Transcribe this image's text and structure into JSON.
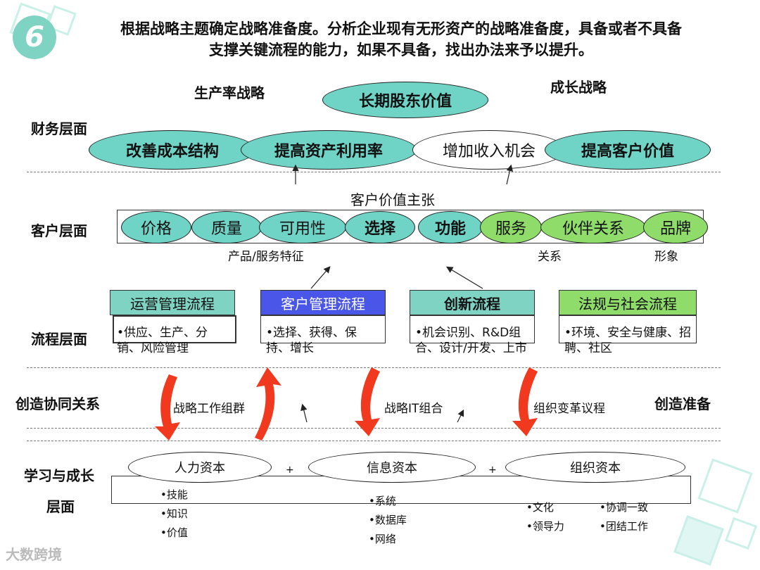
{
  "badge": "6",
  "header": {
    "line1": "根据战略主题确定战略准备度。分析企业现有无形资产的战略准备度，具备或者不具备",
    "line2": "支撑关键流程的能力，如果不具备，找出办法来予以提升。"
  },
  "financial": {
    "productivity_strategy": "生产率战略",
    "growth_strategy": "成长战略",
    "top_goal": "长期股东价值",
    "layer_label": "财务层面",
    "goals": [
      "改善成本结构",
      "提高资产利用率",
      "增加收入机会",
      "提高客户价值"
    ]
  },
  "customer": {
    "value_prop": "客户价值主张",
    "layer_label": "客户层面",
    "items": [
      "价格",
      "质量",
      "可用性",
      "选择",
      "功能",
      "服务",
      "伙伴关系",
      "品牌"
    ],
    "group1": "产品/服务特征",
    "group2": "关系",
    "group3": "形象"
  },
  "process": {
    "layer_label": "流程层面",
    "boxes": [
      {
        "title": "运营管理流程",
        "text": "•供应、生产、分销、风险管理",
        "color": "#7fd3c3"
      },
      {
        "title": "客户管理流程",
        "text": "•选择、获得、保持、增长",
        "color": "#4a56e8"
      },
      {
        "title": "创新流程",
        "text": "•机会识别、R&D组合、设计/开发、上市",
        "color": "#7fd3c3"
      },
      {
        "title": "法规与社会流程",
        "text": "•环境、安全与健康、招聘、社区",
        "color": "#8fdc6a"
      }
    ]
  },
  "synergy": {
    "left_label": "创造协同关系",
    "right_label": "创造准备",
    "hr_portfolio": "战略工作组群",
    "it_portfolio": "战略IT组合",
    "org_agenda": "组织变革议程"
  },
  "learning": {
    "layer_label_line1": "学习与成长",
    "layer_label_line2": "层面",
    "capitals": [
      "人力资本",
      "信息资本",
      "组织资本"
    ],
    "plus": "+",
    "human_items": [
      "•技能",
      "•知识",
      "•价值"
    ],
    "info_items": [
      "•系统",
      "•数据库",
      "•网络"
    ],
    "org_items_left": [
      "•文化",
      "•领导力"
    ],
    "org_items_right": [
      "•协调一致",
      "•团结工作"
    ]
  },
  "watermark": "大数跨境",
  "colors": {
    "teal": "#6fd4c6",
    "green": "#8fdc6a",
    "blue": "#4a56e8",
    "arrow": "#f0391e"
  }
}
